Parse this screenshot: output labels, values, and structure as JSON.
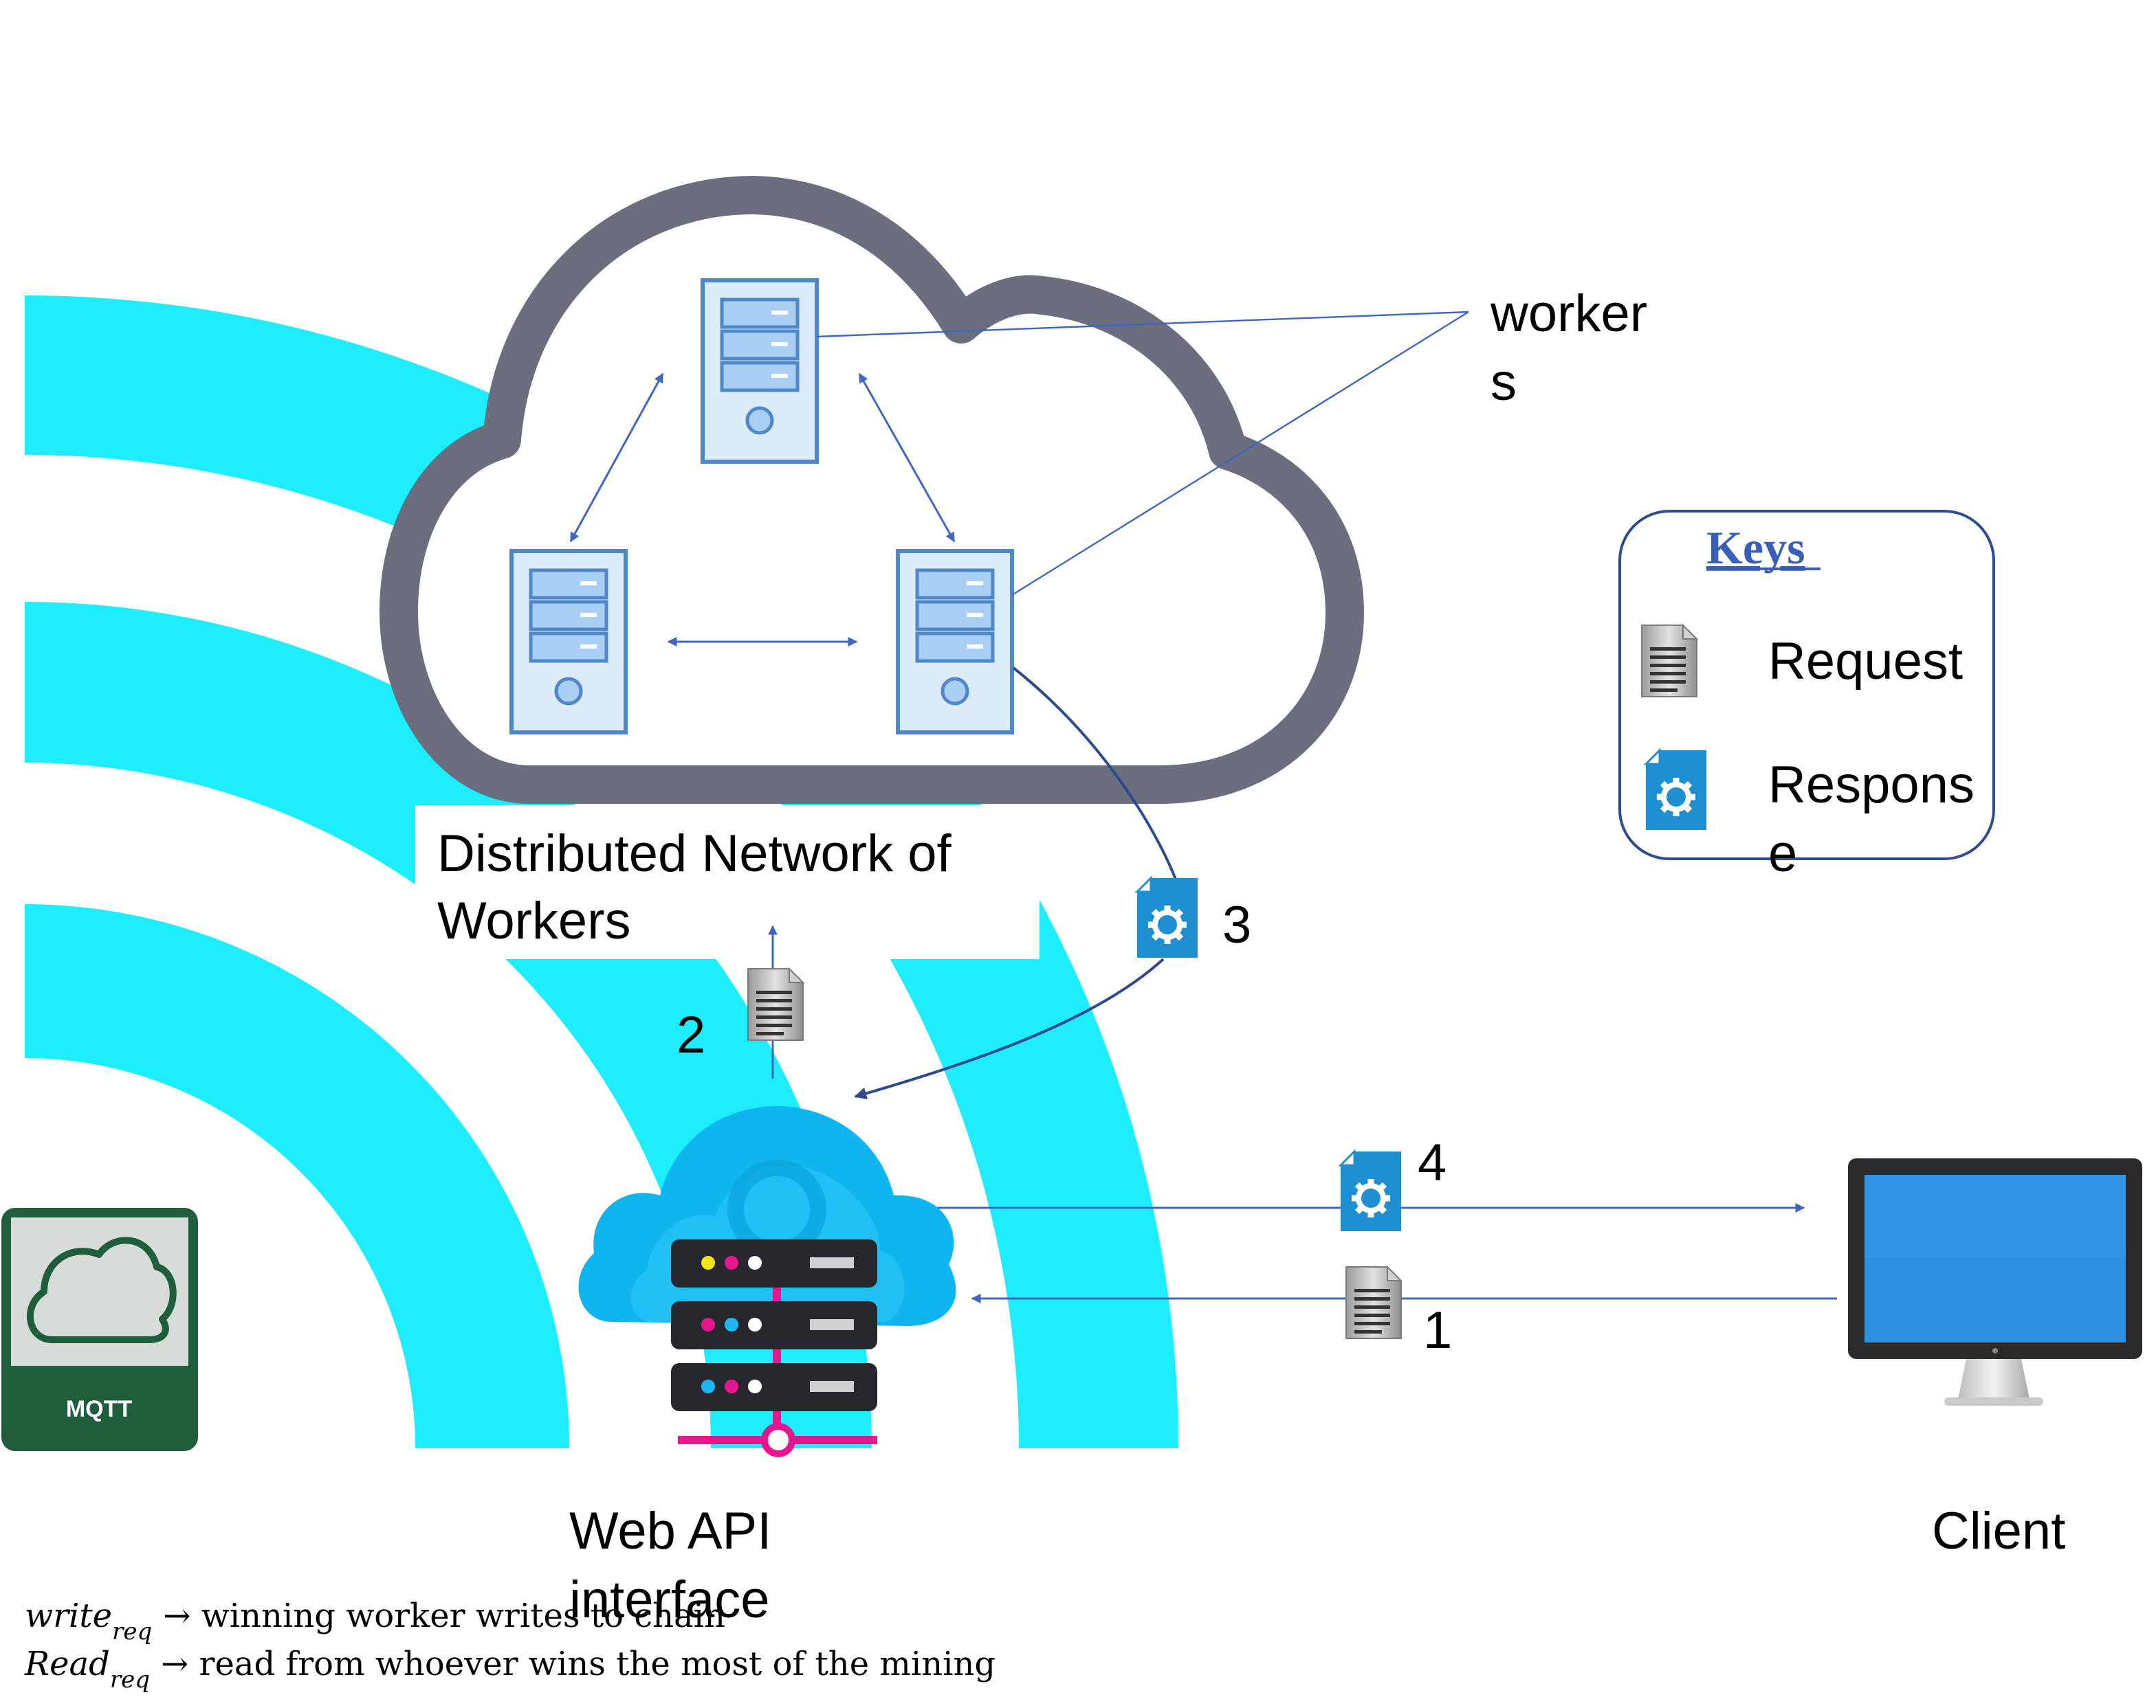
{
  "labels": {
    "workers_line1": "worker",
    "workers_line2": "s",
    "network_line1": "Distributed Network of",
    "network_line2": "Workers",
    "webapi_line1": "Web API",
    "webapi_line2": "interface",
    "client": "Client",
    "mqtt": "MQTT"
  },
  "steps": {
    "one": "1",
    "two": "2",
    "three": "3",
    "four": "4"
  },
  "legend": {
    "title": "Keys",
    "request": "Request",
    "response_line1": "Respons",
    "response_line2": "e"
  },
  "notes": {
    "write_var": "write",
    "write_sub": "req",
    "write_text": "→ winning worker writes to chain",
    "read_var": "Read",
    "read_sub": "req",
    "read_text": "→ read from whoever wins the most of the mining"
  },
  "colors": {
    "wifi_arcs": "#1DEDFC",
    "cloud_outline": "#6B6E7E",
    "server_fill": "#DCEBF8",
    "server_stroke": "#4F88C9",
    "arrow": "#3F67C0",
    "legend_border": "#2F4C8F",
    "legend_title": "#3A5FB8",
    "response_doc": "#1E8FD0",
    "mqtt_dark": "#1E5E3B",
    "monitor_screen": "#2E8FE0",
    "hub_cloud": "#0EB5EF",
    "hub_accent": "#E6178E"
  },
  "icons": {
    "worker_server": "server-icon",
    "request": "document-icon",
    "response": "gear-document-icon",
    "web_api": "cloud-server-icon",
    "client": "monitor-icon",
    "mqtt": "mqtt-cloud-icon"
  }
}
